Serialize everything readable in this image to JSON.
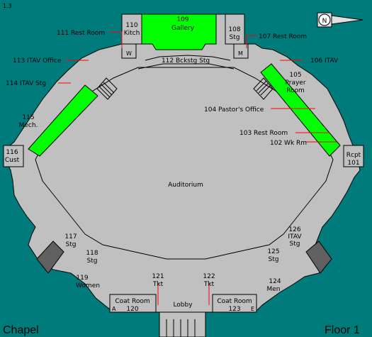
{
  "corner_number": "1.3",
  "building_name": "Chapel",
  "floor_label": "Floor 1",
  "compass_letter": "N",
  "colors": {
    "background": "#007b7b",
    "floor": "#c0c0c0",
    "highlight": "#00ff00",
    "leader": "#ff0000",
    "stair": "#606060"
  },
  "rooms": {
    "gallery_num": "109",
    "gallery_name": "Gallery",
    "kitchen_num": "110",
    "kitchen_name": "Kitch",
    "stg108_num": "108",
    "stg108_name": "Stg",
    "rest111": "111 Rest  Room",
    "rest107": "107 Rest  Room",
    "itav113": "113 ITAV  Office",
    "itav106": "106 ITAV",
    "bckstg": "112 Bckstg Stg",
    "itav114": "114 ITAV Stg",
    "prayer_num": "105",
    "prayer_name1": "Prayer",
    "prayer_name2": "Room",
    "pastor": "104 Pastor's Office",
    "mech_num": "115",
    "mech_name": "Mech.",
    "rest103": "103 Rest  Room",
    "wkrm102": "102 Wk Rm",
    "cust_num": "116",
    "cust_name": "Cust",
    "rcpt_name": "Rcpt",
    "rcpt_num": "101",
    "auditorium": "Auditorium",
    "stg117_num": "117",
    "stg117_name": "Stg",
    "stg118_num": "118",
    "stg118_name": "Stg",
    "itav126_num": "126",
    "itav126_name1": "ITAV",
    "itav126_name2": "Stg",
    "stg125_num": "125",
    "stg125_name": "Stg",
    "women_num": "119",
    "women_name": "Women",
    "men_num": "124",
    "men_name": "Men",
    "tkt121_num": "121",
    "tkt121_name": "Tkt",
    "tkt122_num": "122",
    "tkt122_name": "Tkt",
    "coat120_name": "Coat Room",
    "coat120_num": "120",
    "coat123_name": "Coat Room",
    "coat123_num": "123",
    "lobby": "Lobby",
    "w_mark": "W",
    "m_mark": "M",
    "a_mark": "A",
    "e_mark": "E"
  }
}
